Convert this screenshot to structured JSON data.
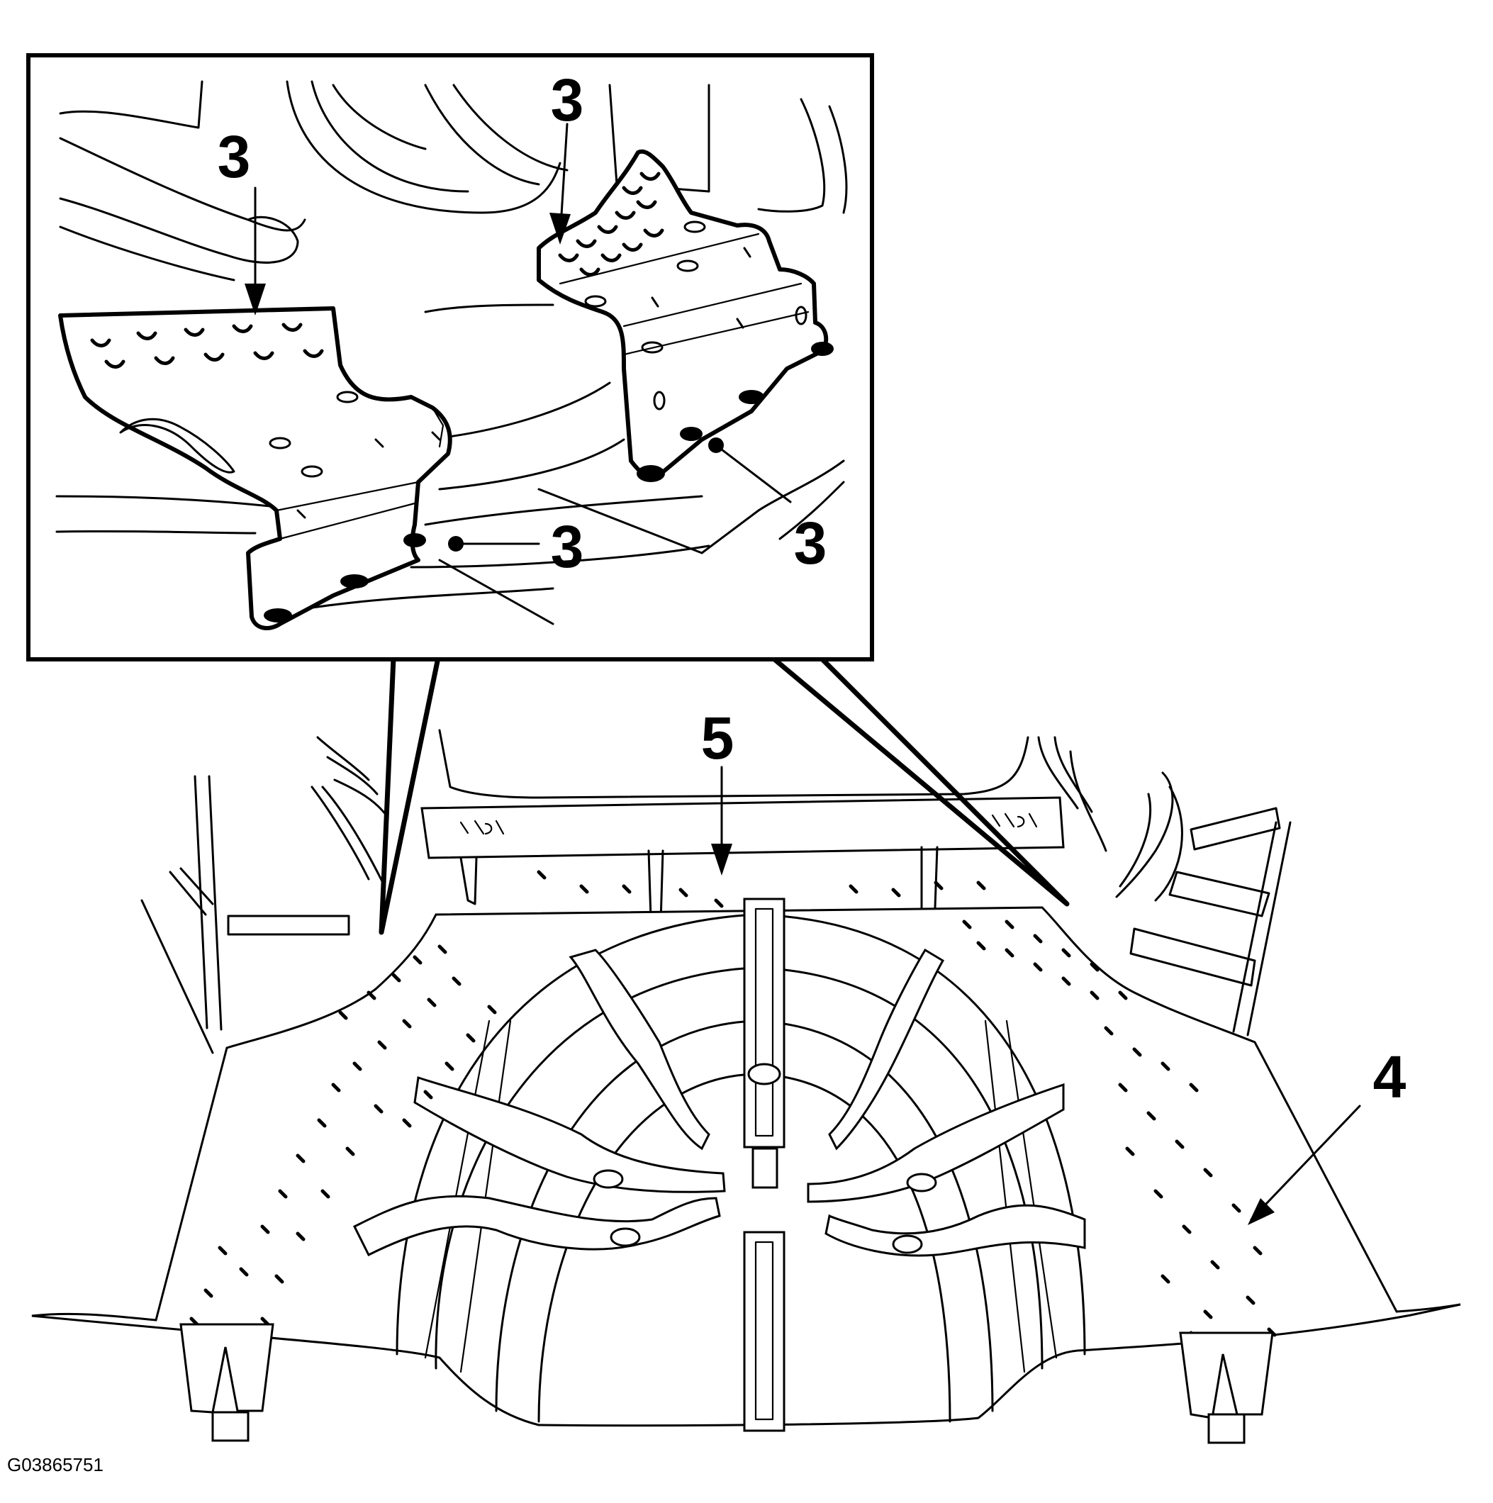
{
  "callouts": {
    "inset_top_left": "3",
    "inset_top_right": "3",
    "inset_lower_left": "3",
    "inset_lower_right": "3",
    "main_center": "5",
    "main_right": "4"
  },
  "figure_code": "G03865751"
}
